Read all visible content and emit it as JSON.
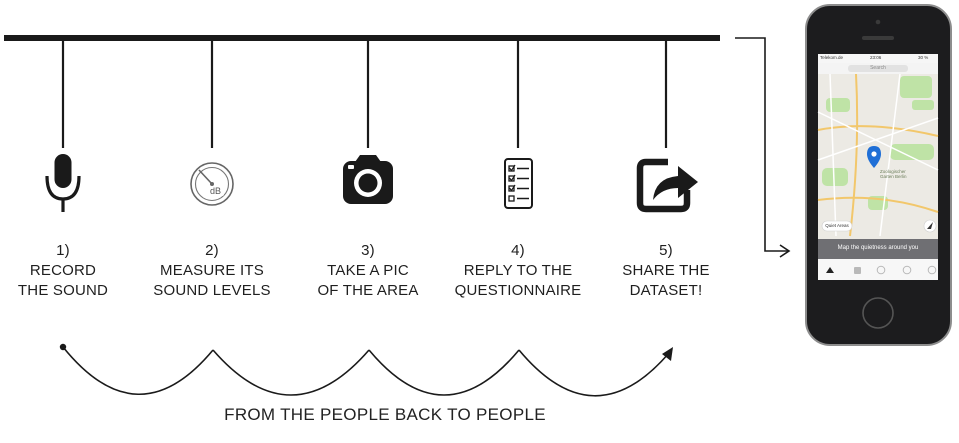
{
  "steps": [
    {
      "num": "1)",
      "line1": "RECORD",
      "line2": "THE SOUND",
      "icon": "microphone-icon"
    },
    {
      "num": "2)",
      "line1": "MEASURE ITS",
      "line2": "SOUND LEVELS",
      "icon": "decibel-meter-icon"
    },
    {
      "num": "3)",
      "line1": "TAKE A PIC",
      "line2": "OF THE AREA",
      "icon": "camera-icon"
    },
    {
      "num": "4)",
      "line1": "REPLY TO THE",
      "line2": "QUESTIONNAIRE",
      "icon": "checklist-icon"
    },
    {
      "num": "5)",
      "line1": "SHARE THE",
      "line2": "DATASET!",
      "icon": "share-icon"
    }
  ],
  "footer": "FROM THE PEOPLE BACK TO PEOPLE",
  "meter_label": "dB",
  "phone": {
    "carrier": "Telekom.de",
    "time": "23:06",
    "battery": "30 %",
    "search_placeholder": "Search",
    "map_place": "Zoologischer Garten Berlin",
    "quiet_areas_button": "Quiet Areas",
    "banner": "Map the quietness around you"
  },
  "colors": {
    "line": "#1a1a1a",
    "pin": "#1f6fd6",
    "park": "#bfe3a6",
    "map": "#eceae4"
  }
}
